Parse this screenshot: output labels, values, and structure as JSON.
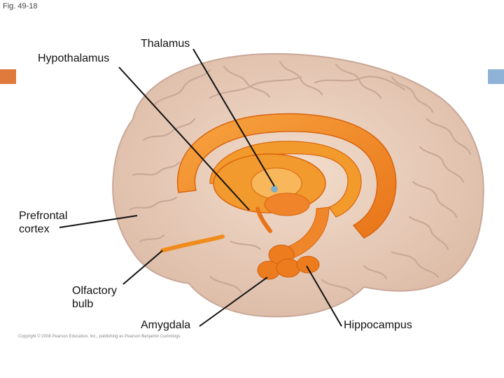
{
  "figure": {
    "number": "Fig. 49-18"
  },
  "labels": {
    "thalamus": "Thalamus",
    "hypothalamus": "Hypothalamus",
    "prefrontal_line1": "Prefrontal",
    "prefrontal_line2": "cortex",
    "olfactory_line1": "Olfactory",
    "olfactory_line2": "bulb",
    "amygdala": "Amygdala",
    "hippocampus": "Hippocampus"
  },
  "copyright": "Copyright © 2008 Pearson Education, Inc., publishing as Pearson Benjamin Cummings",
  "colors": {
    "brain": "#ecd2c0",
    "sulci": "#c9a898",
    "limbic": "#f08c1e",
    "limbic_light": "#f6b24a",
    "corner_left": "#e07a3c",
    "corner_right": "#8fb3d6"
  }
}
